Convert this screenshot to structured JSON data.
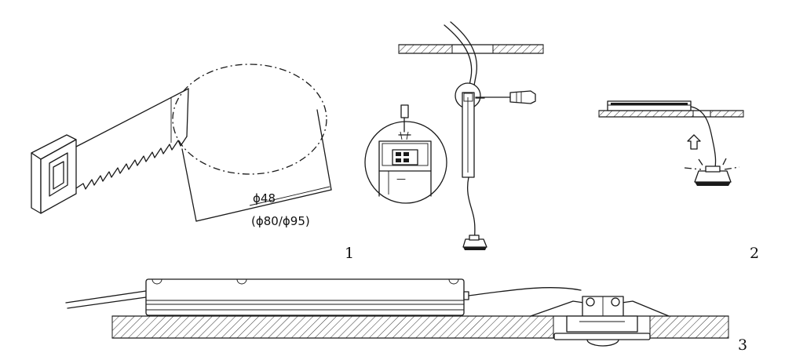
{
  "steps": [
    {
      "number": "1"
    },
    {
      "number": "2"
    },
    {
      "number": "3"
    }
  ],
  "cutout": {
    "diameter_small": "ϕ48",
    "diameter_options": "(ϕ80/ϕ95)"
  }
}
